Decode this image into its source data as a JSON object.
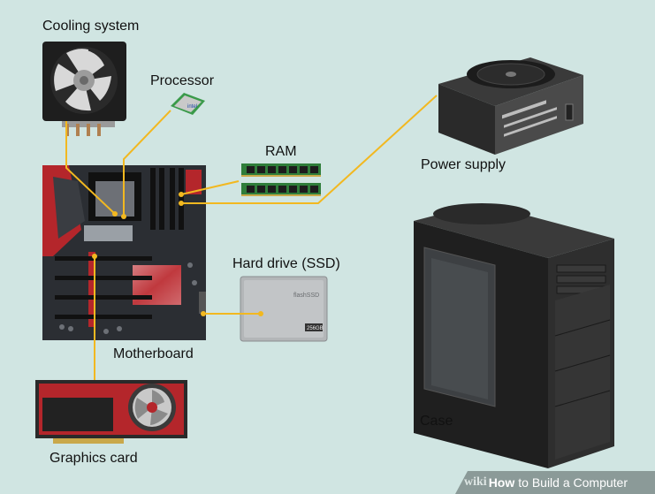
{
  "labels": {
    "cooling": "Cooling system",
    "processor": "Processor",
    "ram": "RAM",
    "power": "Power supply",
    "ssd": "Hard drive (SSD)",
    "motherboard": "Motherboard",
    "graphics": "Graphics card",
    "case": "Case"
  },
  "ssd_text": {
    "brand": "flashSSD",
    "capacity": "256GB"
  },
  "cpu_text": "intel",
  "watermark": {
    "wiki": "wiki",
    "how": "How",
    "rest": "to Build a Computer"
  },
  "colors": {
    "background": "#d0e5e2",
    "connector": "#f2b820",
    "board": "#2b2e33",
    "accent_red": "#b4262b"
  }
}
